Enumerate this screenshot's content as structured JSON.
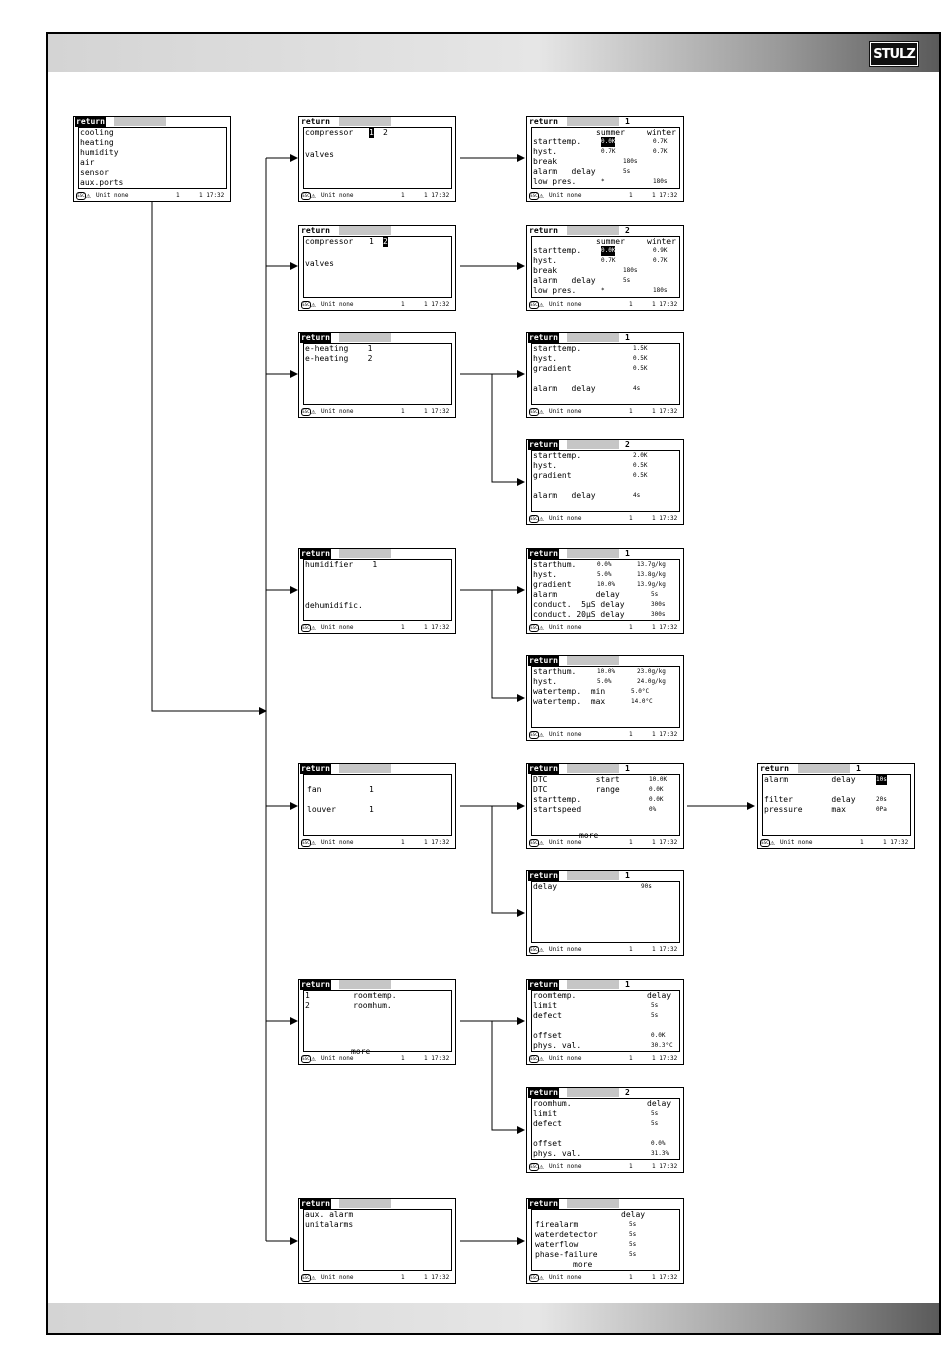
{
  "brand": {
    "logo": "STULZ"
  },
  "status": {
    "icon_label": "ESC",
    "warn": "⚠",
    "unit": "Unit none",
    "num": "1",
    "time": "1 17:32"
  },
  "screens": {
    "main": {
      "ret": "return",
      "num": "",
      "lines": [
        "cooling",
        "heating",
        "humidity",
        "air",
        "sensor",
        "aux.ports"
      ]
    },
    "comp1": {
      "ret": "return",
      "num": "",
      "l1": "compressor",
      "c1": "1",
      "c2": "2",
      "l2": "valves"
    },
    "comp2": {
      "ret": "return",
      "num": "",
      "l1": "compressor",
      "c1": "1",
      "c2": "2",
      "l2": "valves"
    },
    "cs1": {
      "ret": "return",
      "num": "1",
      "summer": "summer",
      "winter": "winter",
      "rows": [
        [
          "starttemp.",
          "0.0K",
          "0.7K"
        ],
        [
          "hyst.",
          "0.7K",
          "0.7K"
        ],
        [
          "break",
          "180s",
          ""
        ],
        [
          "alarm   delay",
          "5s",
          ""
        ],
        [
          "low pres.",
          "*",
          "180s"
        ]
      ]
    },
    "cs2": {
      "ret": "return",
      "num": "2",
      "summer": "summer",
      "winter": "winter",
      "rows": [
        [
          "starttemp.",
          "0.0K",
          "0.9K"
        ],
        [
          "hyst.",
          "0.7K",
          "0.7K"
        ],
        [
          "break",
          "180s",
          ""
        ],
        [
          "alarm   delay",
          "5s",
          ""
        ],
        [
          "low pres.",
          "*",
          "180s"
        ]
      ]
    },
    "heat": {
      "ret": "return",
      "num": "",
      "lines": [
        "e-heating    1",
        "e-heating    2"
      ]
    },
    "eh1": {
      "ret": "return",
      "num": "1",
      "rows": [
        [
          "starttemp.",
          "1.5K"
        ],
        [
          "hyst.",
          "0.5K"
        ],
        [
          "gradient",
          "0.5K"
        ],
        [
          "",
          ""
        ],
        [
          "alarm   delay",
          "4s"
        ]
      ]
    },
    "eh2": {
      "ret": "return",
      "num": "2",
      "rows": [
        [
          "starttemp.",
          "2.0K"
        ],
        [
          "hyst.",
          "0.5K"
        ],
        [
          "gradient",
          "0.5K"
        ],
        [
          "",
          ""
        ],
        [
          "alarm   delay",
          "4s"
        ]
      ]
    },
    "hum": {
      "ret": "return",
      "num": "",
      "l1": "humidifier    1",
      "l2": "dehumidific."
    },
    "h1": {
      "ret": "return",
      "num": "1",
      "rows": [
        [
          "starthum.",
          "0.0%",
          "13.7g/kg"
        ],
        [
          "hyst.",
          "5.0%",
          "13.8g/kg"
        ],
        [
          "gradient",
          "10.0%",
          "13.9g/kg"
        ],
        [
          "alarm        delay",
          "5s",
          ""
        ],
        [
          "conduct.  5μS delay",
          "300s",
          ""
        ],
        [
          "conduct. 20μS delay",
          "300s",
          ""
        ]
      ]
    },
    "dh": {
      "ret": "return",
      "num": "",
      "rows": [
        [
          "starthum.",
          "10.0%",
          "23.0g/kg"
        ],
        [
          "hyst.",
          "5.0%",
          "24.0g/kg"
        ],
        [
          "watertemp.  min",
          "5.0°C",
          ""
        ],
        [
          "watertemp.  max",
          "14.0°C",
          ""
        ]
      ]
    },
    "air": {
      "ret": "return",
      "num": "",
      "l1": "fan",
      "n1": "1",
      "l2": "louver",
      "n2": "1"
    },
    "fan1": {
      "ret": "return",
      "num": "1",
      "rows": [
        [
          "DTC          start",
          "10.0K"
        ],
        [
          "DTC          range",
          "0.0K"
        ],
        [
          "starttemp.",
          "0.0K"
        ],
        [
          "startspeed",
          "0%"
        ]
      ],
      "more": "more"
    },
    "fan2": {
      "ret": "return",
      "num": "1",
      "rows": [
        [
          "alarm         delay",
          "10s"
        ],
        [
          "",
          ""
        ],
        [
          "filter        delay",
          "20s"
        ],
        [
          "pressure      max",
          "0Pa"
        ]
      ]
    },
    "louv": {
      "ret": "return",
      "num": "1",
      "rows": [
        [
          "delay",
          "90s"
        ]
      ]
    },
    "sens": {
      "ret": "return",
      "num": "",
      "lines": [
        "1         roomtemp.",
        "2         roomhum."
      ],
      "more": "more"
    },
    "s1": {
      "ret": "return",
      "num": "1",
      "rows": [
        [
          "roomtemp.",
          "delay"
        ],
        [
          "limit",
          "5s"
        ],
        [
          "defect",
          "5s"
        ],
        [
          "",
          ""
        ],
        [
          "offset",
          "0.0K"
        ],
        [
          "phys. val.",
          "30.3°C"
        ]
      ]
    },
    "s2": {
      "ret": "return",
      "num": "2",
      "rows": [
        [
          "roomhum.",
          "delay"
        ],
        [
          "limit",
          "5s"
        ],
        [
          "defect",
          "5s"
        ],
        [
          "",
          ""
        ],
        [
          "offset",
          "0.0%"
        ],
        [
          "phys. val.",
          "31.3%"
        ]
      ]
    },
    "aux": {
      "ret": "return",
      "num": "",
      "lines": [
        "aux. alarm",
        "unitalarms"
      ]
    },
    "ua": {
      "ret": "return",
      "num": "",
      "head": "delay",
      "rows": [
        [
          "firealarm",
          "5s"
        ],
        [
          "waterdetector",
          "5s"
        ],
        [
          "waterflow",
          "5s"
        ],
        [
          "phase-failure",
          "5s"
        ]
      ],
      "more": "more"
    }
  }
}
